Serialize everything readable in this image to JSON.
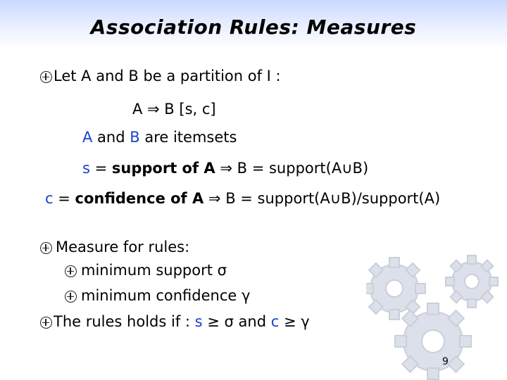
{
  "slide": {
    "title": "Association Rules: Measures",
    "page_number": "9"
  },
  "lines": {
    "l1": "Let A and B be a partition of I :",
    "l2": "A ⇒ B [s, c]",
    "l3_a": "A",
    "l3_and": " and ",
    "l3_b": "B",
    "l3_rest": " are itemsets",
    "l4_s": "s",
    "l4_eq": " = ",
    "l4_label": "support of A",
    "l4_arrow": " ⇒ ",
    "l4_rest": "B = support(A∪B)",
    "l5_c": "c",
    "l5_eq": " = ",
    "l5_label": "confidence of A",
    "l5_arrow": " ⇒ ",
    "l5_rest": "B = support(A∪B)/support(A)",
    "l6": "Measure for rules:",
    "l7": "minimum support σ",
    "l8": "minimum  confidence γ",
    "l9_a": "The rules holds if : ",
    "l9_s": "s",
    "l9_b": " ≥ σ and ",
    "l9_c": "c",
    "l9_d": " ≥ γ"
  },
  "icons": [
    "plus-circle-icon",
    "gears-clipart-icon"
  ]
}
